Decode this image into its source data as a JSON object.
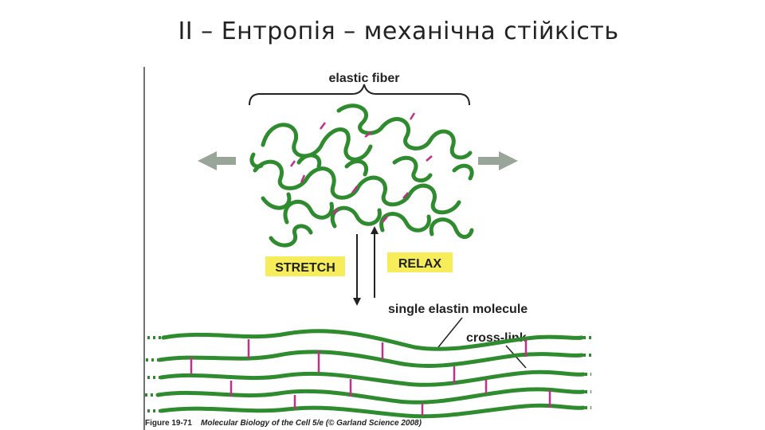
{
  "slide": {
    "title": "II – Ентропія – механічна стійкість"
  },
  "figure": {
    "labels": {
      "elastic_fiber": "elastic fiber",
      "stretch": "STRETCH",
      "relax": "RELAX",
      "single_elastin_molecule": "single elastin molecule",
      "cross_link": "cross-link"
    },
    "caption": {
      "prefix": "Figure 19-71",
      "text": "Molecular Biology of the Cell 5/e (© Garland Science 2008)"
    },
    "colors": {
      "fiber": "#2e8b2e",
      "cross_link": "#c0308a",
      "arrow": "#9aa59a",
      "highlight": "#f7ec5a"
    }
  }
}
